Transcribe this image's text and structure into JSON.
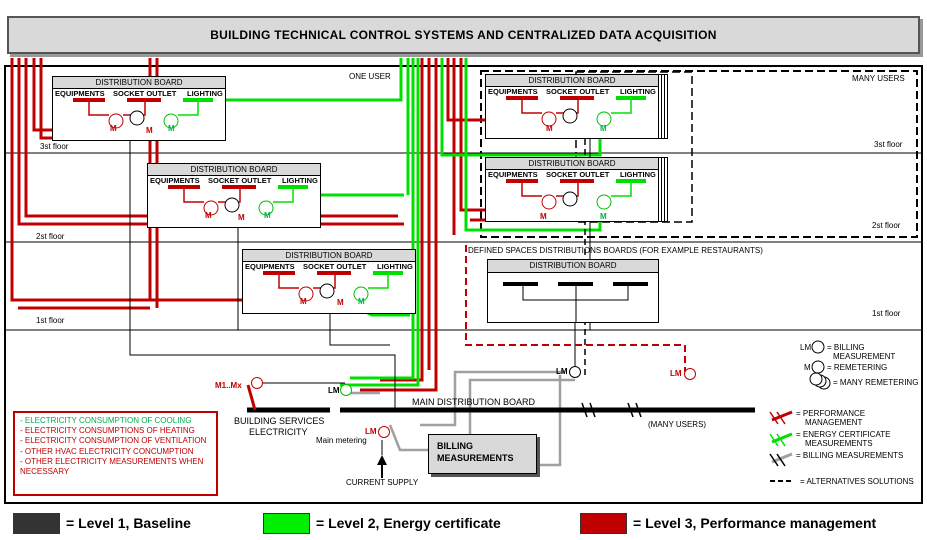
{
  "title": "BUILDING TECHNICAL CONTROL SYSTEMS AND CENTRALIZED DATA ACQUISITION",
  "zones": {
    "one_user": "ONE USER",
    "many_users": "MANY USERS",
    "defined_spaces": "DEFINED SPACES DISTRIBUTIONS BOARDS (FOR EXAMPLE RESTAURANTS)"
  },
  "floors": {
    "left_3": "3st floor",
    "left_2": "2st floor",
    "left_1": "1st floor",
    "right_3": "3st floor",
    "right_2": "2st floor",
    "right_1": "1st floor"
  },
  "boards": {
    "title": "DISTRIBUTION BOARD",
    "equipments": "EQUIPMENTS",
    "socket_outlet": "SOCKET OUTLET",
    "lighting": "LIGHTING"
  },
  "meters": {
    "m": "M",
    "lm": "LM",
    "m1mx": "M1..Mx"
  },
  "main": {
    "main_distribution_board": "MAIN DISTRIBUTION BOARD",
    "building_services": "BUILDING SERVICES",
    "electricity": "ELECTRICITY",
    "main_metering": "Main metering",
    "current_supply": "CURRENT SUPPLY",
    "billing_1": "BILLING",
    "billing_2": "MEASUREMENTS",
    "many_users_paren": "(MANY USERS)"
  },
  "consumption_list": [
    {
      "text": "- ELECTRICITY CONSUMPTION OF COOLING",
      "color": "#00b050"
    },
    {
      "text": "- ELECTRICITY CONSUMPTIONS OF HEATING",
      "color": "#c00000"
    },
    {
      "text": "- ELECTRICITY CONSUMPTION OF VENTILATION",
      "color": "#c00000"
    },
    {
      "text": "- OTHER HVAC ELECTRICITY CONCUMPTION",
      "color": "#c00000"
    },
    {
      "text": "- OTHER ELECTRICITY MEASUREMENTS WHEN",
      "color": "#c00000"
    },
    {
      "text": "NECESSARY",
      "color": "#c00000"
    }
  ],
  "symbol_legend": {
    "lm_1": "LM",
    "lm_2": "= BILLING",
    "lm_3": "MEASUREMENT",
    "m_1": "M",
    "m_2": "= REMETERING",
    "many_remetering": "= MANY REMETERING",
    "perf_1": "= PERFORMANCE",
    "perf_2": "MANAGEMENT",
    "energy_1": "= ENERGY CERTIFICATE",
    "energy_2": "MEASUREMENTS",
    "billing": "= BILLING MEASUREMENTS",
    "alternatives": "= ALTERNATIVES SOLUTIONS"
  },
  "levels": [
    {
      "label": "= Level 1, Baseline",
      "color": "#333333"
    },
    {
      "label": "= Level 2, Energy certificate",
      "color": "#00ee00"
    },
    {
      "label": "= Level 3, Performance management",
      "color": "#c00000"
    }
  ],
  "colors": {
    "red": "#c00000",
    "green": "#00e000",
    "dark": "#000000",
    "grey": "#a0a0a0"
  }
}
